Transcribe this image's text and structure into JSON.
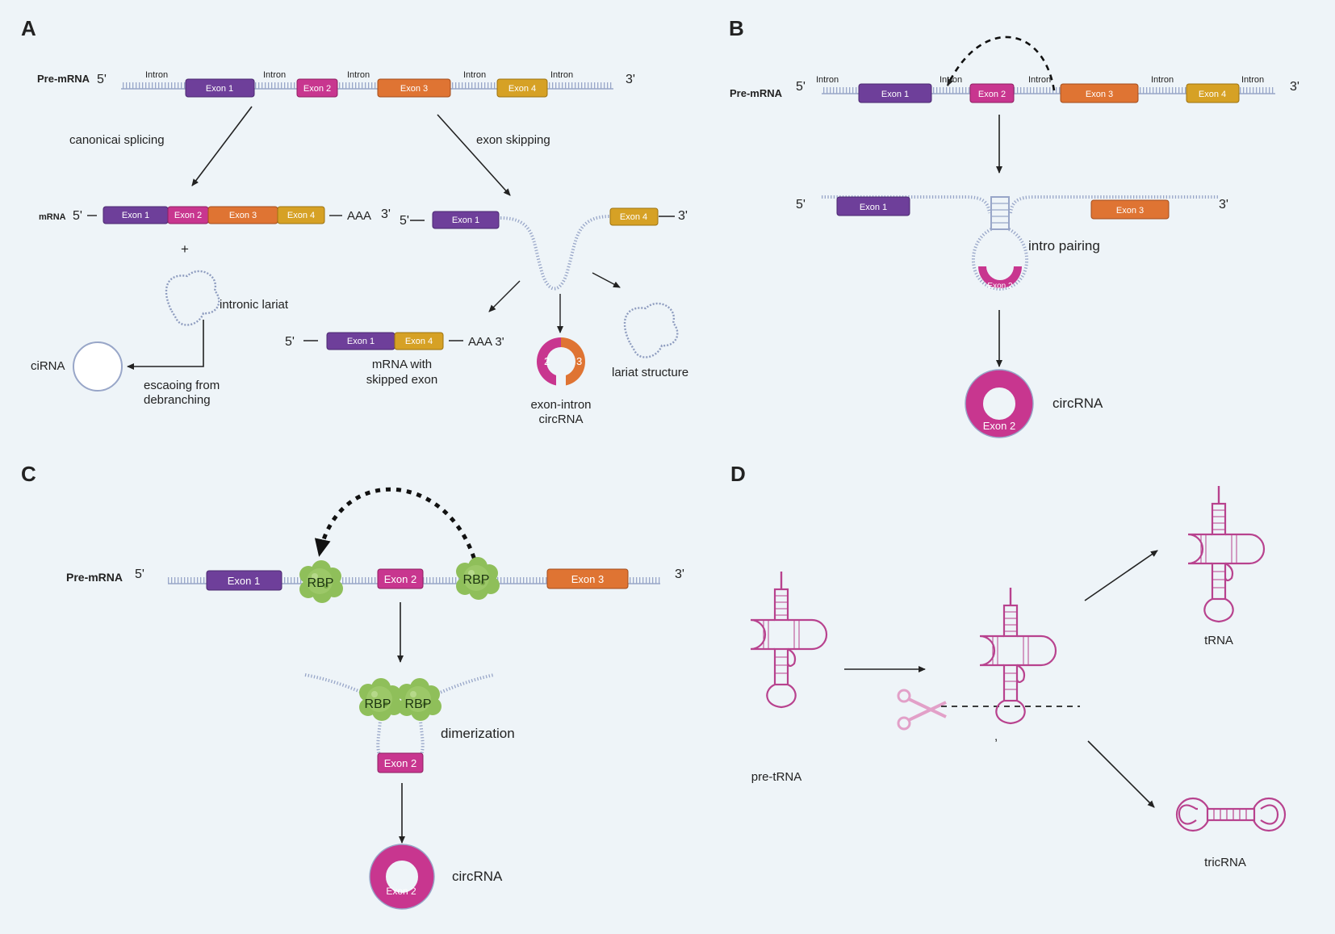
{
  "panels": {
    "a": {
      "letter": "A",
      "pre_mrna": "Pre-mRNA",
      "five": "5'",
      "three": "3'",
      "intron": "Intron",
      "exon1": "Exon 1",
      "exon2": "Exon 2",
      "exon3": "Exon 3",
      "exon4": "Exon 4",
      "canonical": "canonicai splicing",
      "skipping": "exon skipping",
      "mrna": "mRNA",
      "aaa": "AAA",
      "aaa3": "AAA 3'",
      "plus": "+",
      "intronic_lariat": "intronic lariat",
      "cirna": "ciRNA",
      "escaping_1": "escaoing from",
      "escaping_2": "debranching",
      "skipped_1": "mRNA with",
      "skipped_2": "skipped exon",
      "circ_num_2": "2",
      "circ_num_3": "3",
      "eicirc_1": "exon-intron",
      "eicirc_2": "circRNA",
      "lariat_structure": "lariat structure"
    },
    "b": {
      "letter": "B",
      "pre_mrna": "Pre-mRNA",
      "five": "5'",
      "three": "3'",
      "intron": "Intron",
      "exon1": "Exon 1",
      "exon2": "Exon 2",
      "exon3": "Exon 3",
      "exon4": "Exon 4",
      "intro_pairing": "intro pairing",
      "circrna": "circRNA"
    },
    "c": {
      "letter": "C",
      "pre_mrna": "Pre-mRNA",
      "five": "5'",
      "three": "3'",
      "exon1": "Exon 1",
      "exon2": "Exon 2",
      "exon3": "Exon 3",
      "rbp": "RBP",
      "dimerization": "dimerization",
      "circrna": "circRNA"
    },
    "d": {
      "letter": "D",
      "pre_trna": "pre-tRNA",
      "trna": "tRNA",
      "tricrna": "tricRNA"
    }
  },
  "colors": {
    "exon1": "#6e3f9a",
    "exon2": "#c8368f",
    "exon3": "#df7433",
    "exon4": "#d6a125",
    "strand": "#98a6c8",
    "trna": "#b8428e",
    "rbp": "#8fbf5a",
    "background": "#eef4f8"
  },
  "icons": [
    "scissors-icon",
    "arrow-icon"
  ]
}
